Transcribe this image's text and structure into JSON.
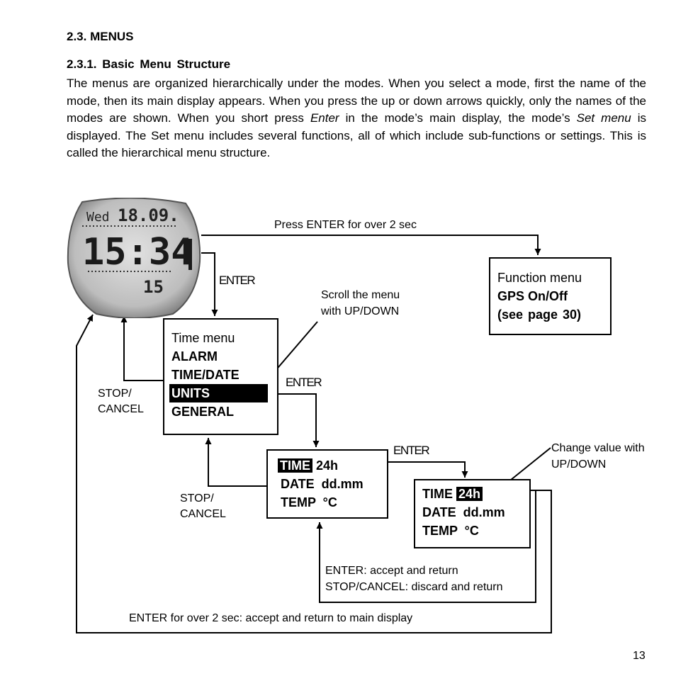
{
  "section_heading": "2.3. MENUS",
  "subsection_heading": "2.3.1.  Basic  Menu  Structure",
  "paragraph": {
    "p1": "The menus are organized hierarchically under the modes. When you select a mode, first the name of the mode, then its main display appears. When you press the up or down arrows quickly, only the names of the modes are shown. When you short press ",
    "enter": "Enter",
    "p2": " in the mode’s main display, the mode’s ",
    "set_menu": "Set menu",
    "p3": " is displayed. The Set menu includes several functions, all of which include sub-functions or settings. This is called the hierarchical menu structure."
  },
  "watch": {
    "day": "Wed",
    "date": "18.09.",
    "time": "15:34",
    "seconds": "15"
  },
  "diagram": {
    "press_enter_label": "Press ENTER for over 2 sec",
    "function_menu": {
      "title": "Function menu",
      "line1": "GPS On/Off",
      "line2": "(see  page  30)"
    },
    "enter_label_1": "ENTER",
    "scroll_label_1": "Scroll the menu",
    "scroll_label_2": "with UP/DOWN",
    "time_menu": {
      "title": "Time menu",
      "items": [
        "ALARM",
        "TIME/DATE",
        "UNITS",
        "GENERAL"
      ]
    },
    "stop_cancel_1a": "STOP/",
    "stop_cancel_1b": "CANCEL",
    "enter_label_2": "ENTER",
    "units_menu": {
      "time_label": "TIME",
      "time_value": "24h",
      "date_line": "DATE  dd.mm",
      "temp_line": "TEMP  °C"
    },
    "enter_label_3": "ENTER",
    "change_label_1": "Change value with",
    "change_label_2": "UP/DOWN",
    "units_edit": {
      "time_label": "TIME",
      "time_value": "24h",
      "date_line": "DATE  dd.mm",
      "temp_line": "TEMP  °C"
    },
    "stop_cancel_2a": "STOP/",
    "stop_cancel_2b": "CANCEL",
    "accept_label": "ENTER: accept and return",
    "discard_label": "STOP/CANCEL: discard and return",
    "long_enter_label": "ENTER for over 2 sec: accept and return to main display"
  },
  "page_number": "13"
}
